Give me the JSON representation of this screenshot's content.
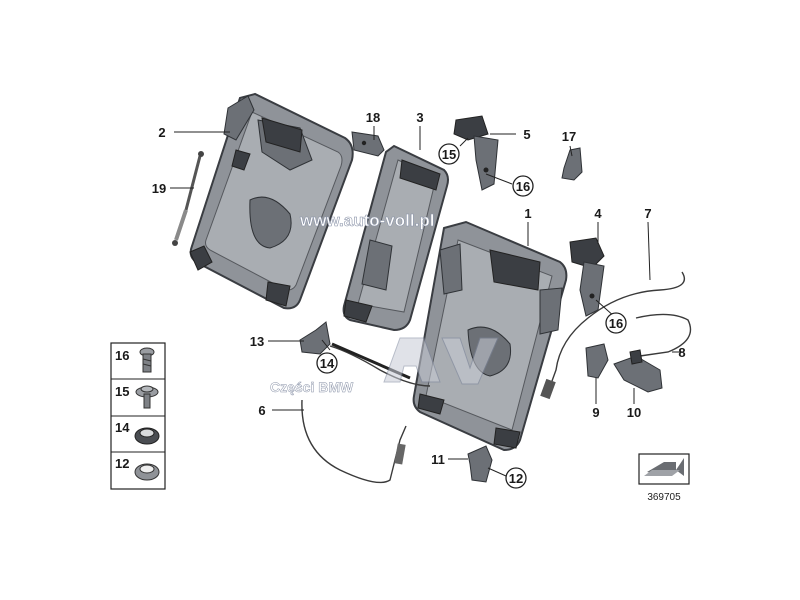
{
  "diagram": {
    "watermark_url": "www.auto-voll.pl",
    "watermark_text": "Części BMW",
    "reference_number": "369705",
    "callouts": [
      {
        "id": "c2",
        "label": "2",
        "circled": false
      },
      {
        "id": "c18",
        "label": "18",
        "circled": false
      },
      {
        "id": "c3",
        "label": "3",
        "circled": false
      },
      {
        "id": "c5",
        "label": "5",
        "circled": false
      },
      {
        "id": "c15",
        "label": "15",
        "circled": true
      },
      {
        "id": "c17",
        "label": "17",
        "circled": false
      },
      {
        "id": "c16a",
        "label": "16",
        "circled": true
      },
      {
        "id": "c19",
        "label": "19",
        "circled": false
      },
      {
        "id": "c1",
        "label": "1",
        "circled": false
      },
      {
        "id": "c4",
        "label": "4",
        "circled": false
      },
      {
        "id": "c7",
        "label": "7",
        "circled": false
      },
      {
        "id": "c16b",
        "label": "16",
        "circled": true
      },
      {
        "id": "c13",
        "label": "13",
        "circled": false
      },
      {
        "id": "c14",
        "label": "14",
        "circled": true
      },
      {
        "id": "c8",
        "label": "8",
        "circled": false
      },
      {
        "id": "c6",
        "label": "6",
        "circled": false
      },
      {
        "id": "c9",
        "label": "9",
        "circled": false
      },
      {
        "id": "c10",
        "label": "10",
        "circled": false
      },
      {
        "id": "c11",
        "label": "11",
        "circled": false
      },
      {
        "id": "c12",
        "label": "12",
        "circled": true
      }
    ],
    "legend": [
      {
        "label": "16",
        "part": "screw"
      },
      {
        "label": "15",
        "part": "flange-screw"
      },
      {
        "label": "14",
        "part": "grommet"
      },
      {
        "label": "12",
        "part": "bushing"
      }
    ]
  }
}
